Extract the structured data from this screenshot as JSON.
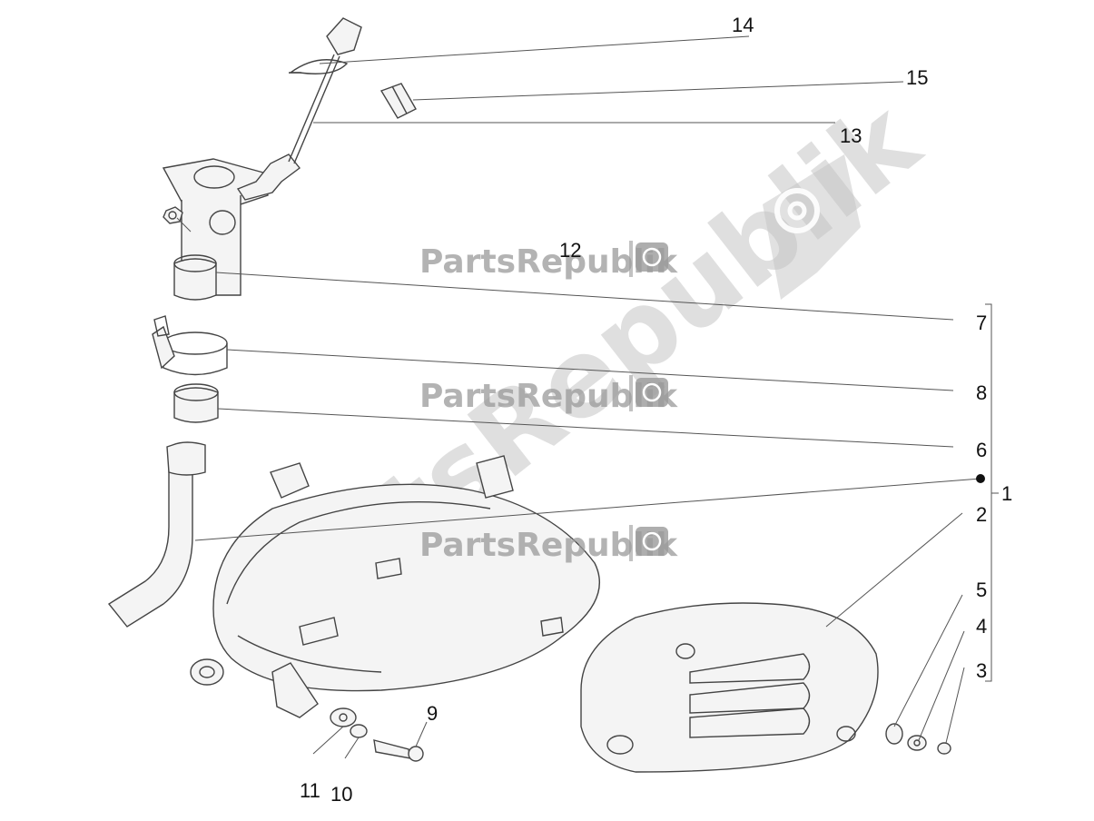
{
  "watermark": {
    "brand": "PartsRepublik",
    "color": "#9a9a9a"
  },
  "callouts": {
    "c1": "1",
    "c2": "2",
    "c3": "3",
    "c4": "4",
    "c5": "5",
    "c6": "6",
    "c7": "7",
    "c8": "8",
    "c9": "9",
    "c10": "10",
    "c11": "11",
    "c12": "12",
    "c13": "13",
    "c14": "14",
    "c15": "15"
  },
  "icons": {
    "gear": "gear-icon",
    "dot": "assembly-dot-icon"
  }
}
